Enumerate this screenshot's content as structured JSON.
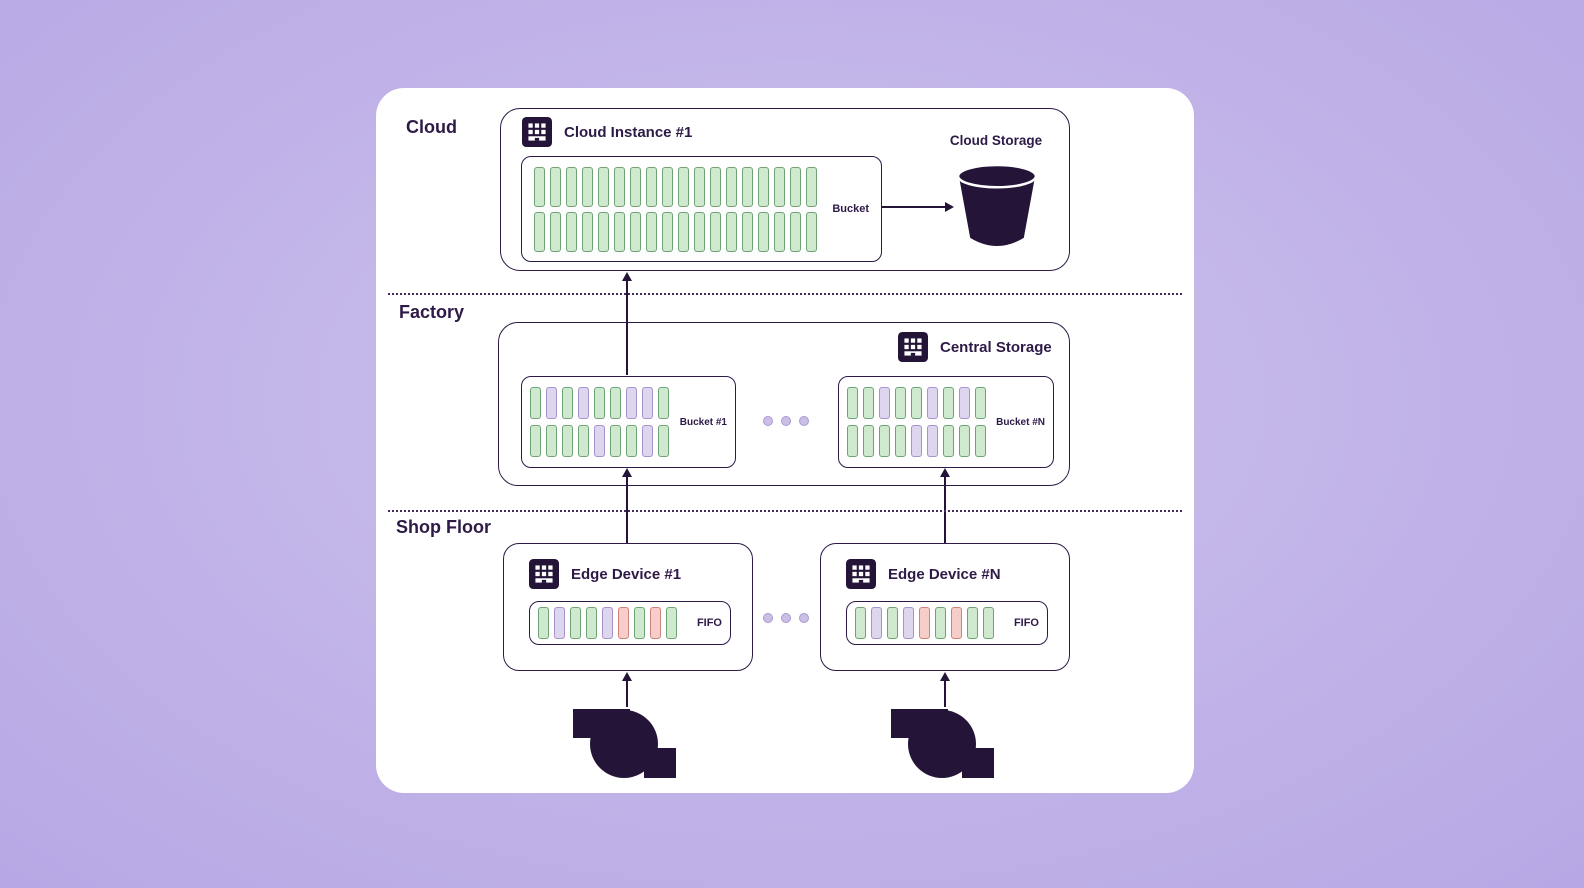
{
  "tiers": {
    "cloud": "Cloud",
    "factory": "Factory",
    "shop_floor": "Shop Floor"
  },
  "cloud": {
    "instance_title": "Cloud Instance #1",
    "bucket_label": "Bucket",
    "storage_label": "Cloud Storage",
    "bucket_rows": [
      [
        "g",
        "g",
        "g",
        "g",
        "g",
        "g",
        "g",
        "g",
        "g",
        "g",
        "g",
        "g",
        "g",
        "g",
        "g",
        "g",
        "g",
        "g"
      ],
      [
        "g",
        "g",
        "g",
        "g",
        "g",
        "g",
        "g",
        "g",
        "g",
        "g",
        "g",
        "g",
        "g",
        "g",
        "g",
        "g",
        "g",
        "g"
      ]
    ]
  },
  "factory": {
    "title": "Central Storage",
    "buckets": [
      {
        "label": "Bucket #1",
        "rows": [
          [
            "g",
            "p",
            "g",
            "p",
            "g",
            "g",
            "p",
            "p",
            "g"
          ],
          [
            "g",
            "g",
            "g",
            "g",
            "p",
            "g",
            "g",
            "p",
            "g"
          ]
        ]
      },
      {
        "label": "Bucket #N",
        "rows": [
          [
            "g",
            "g",
            "p",
            "g",
            "g",
            "p",
            "g",
            "p",
            "g"
          ],
          [
            "g",
            "g",
            "g",
            "g",
            "p",
            "p",
            "g",
            "g",
            "g"
          ]
        ]
      }
    ]
  },
  "shop_floor": {
    "devices": [
      {
        "title": "Edge Device #1",
        "queue_label": "FIFO",
        "bars": [
          "g",
          "p",
          "g",
          "g",
          "p",
          "r",
          "g",
          "r",
          "g"
        ]
      },
      {
        "title": "Edge Device #N",
        "queue_label": "FIFO",
        "bars": [
          "g",
          "p",
          "g",
          "p",
          "r",
          "g",
          "r",
          "g",
          "g"
        ]
      }
    ]
  },
  "palette": {
    "dark_purple": "#2e1a47",
    "bar_green": "#cfe9cf",
    "bar_purple": "#ded5ef",
    "bar_red": "#f7cdc9",
    "background_purple": "#b9a9e5",
    "card_white": "#ffffff"
  }
}
